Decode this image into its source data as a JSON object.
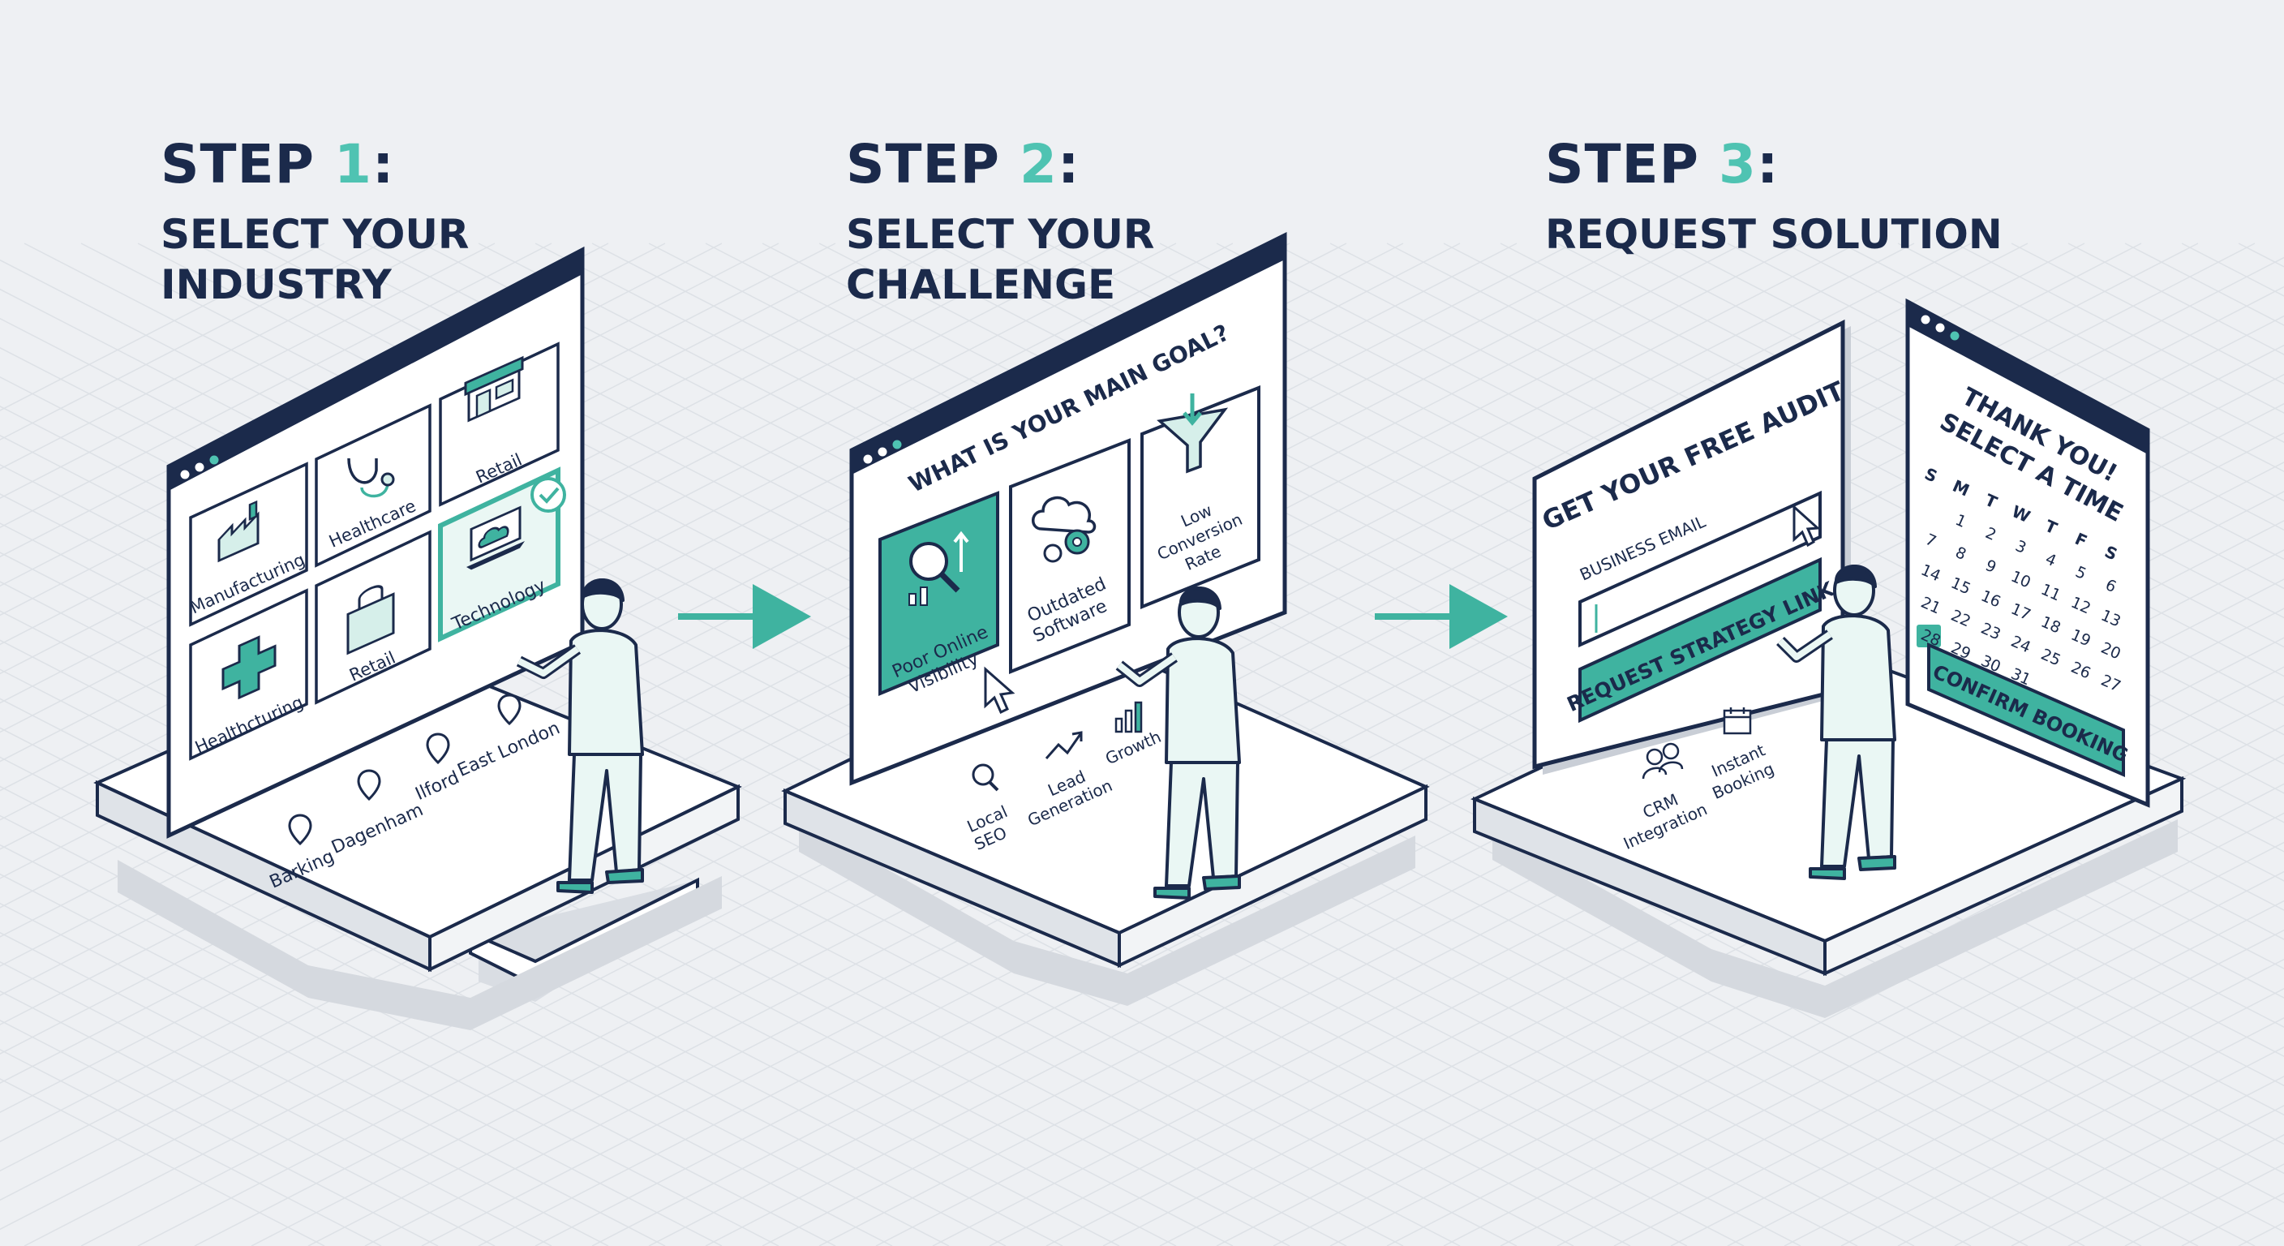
{
  "colors": {
    "navy": "#1b2a4b",
    "teal": "#3fb3a0",
    "teal_light": "#d6efea",
    "teal_accent": "#4fc3b2",
    "bg": "#eef0f3"
  },
  "steps": [
    {
      "prefix": "STEP ",
      "num": "1",
      "suffix": ":",
      "lines": [
        "SELECT YOUR",
        "INDUSTRY"
      ],
      "tiles": [
        "Manufacturing",
        "Healthcare",
        "Retail",
        "Healthcturing",
        "Retail",
        "Technology"
      ],
      "locations": [
        "Barking",
        "Dagenham",
        "Ilford",
        "East London"
      ],
      "tile_icons": [
        "factory-icon",
        "stethoscope-icon",
        "storefront-icon",
        "medical-cross-icon",
        "shopping-bag-icon",
        "laptop-cloud-icon"
      ]
    },
    {
      "prefix": "STEP ",
      "num": "2",
      "suffix": ":",
      "lines": [
        "SELECT YOUR",
        "CHALLENGE"
      ],
      "question": "WHAT IS YOUR MAIN GOAL?",
      "options": [
        {
          "lines": [
            "Poor Online",
            "Visibility"
          ],
          "icon": "magnifier-chart-icon"
        },
        {
          "lines": [
            "Outdated",
            "Software"
          ],
          "icon": "cloud-gear-icon"
        },
        {
          "lines": [
            "Low",
            "Conversion",
            "Rate"
          ],
          "icon": "funnel-icon"
        }
      ],
      "features": [
        {
          "lines": [
            "Local",
            "SEO"
          ],
          "icon": "search-icon"
        },
        {
          "lines": [
            "Lead",
            "Generation"
          ],
          "icon": "trend-up-icon"
        },
        {
          "lines": [
            "Growth"
          ],
          "icon": "bar-chart-icon"
        }
      ]
    },
    {
      "prefix": "STEP ",
      "num": "3",
      "suffix": ":",
      "lines": [
        "REQUEST SOLUTION"
      ],
      "form_title": "GET YOUR FREE AUDIT",
      "email_label": "BUSINESS EMAIL",
      "submit_label": "REQUEST STRATEGY LINK",
      "features": [
        {
          "lines": [
            "CRM",
            "Integration"
          ],
          "icon": "people-icon"
        },
        {
          "lines": [
            "Instant",
            "Booking"
          ],
          "icon": "calendar-icon"
        }
      ],
      "calendar_title": [
        "THANK YOU!",
        "SELECT A TIME"
      ],
      "weekdays": [
        "S",
        "M",
        "T",
        "W",
        "T",
        "F",
        "S"
      ],
      "calendar_rows": [
        [
          "",
          "1",
          "2",
          "3",
          "4",
          "5",
          "6"
        ],
        [
          "7",
          "8",
          "9",
          "10",
          "11",
          "12",
          "13"
        ],
        [
          "14",
          "15",
          "16",
          "17",
          "18",
          "19",
          "20"
        ],
        [
          "21",
          "22",
          "23",
          "24",
          "25",
          "26",
          "27"
        ],
        [
          "28",
          "29",
          "30",
          "31",
          "",
          "",
          ""
        ]
      ],
      "selected_day": "28",
      "confirm_label": "CONFIRM BOOKING"
    }
  ]
}
